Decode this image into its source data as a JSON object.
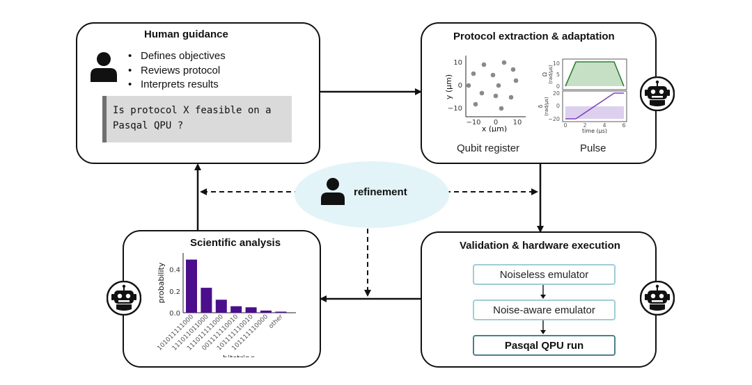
{
  "human_guidance": {
    "title": "Human guidance",
    "bullets": [
      "Defines objectives",
      "Reviews protocol",
      "Interprets results"
    ],
    "query_lines": [
      "Is protocol X feasible on a",
      "Pasqal QPU ?"
    ],
    "icon": "person-icon"
  },
  "protocol": {
    "title": "Protocol extraction & adaptation",
    "register_label": "Qubit register",
    "pulse_label": "Pulse",
    "icon": "robot-icon",
    "register_plot": {
      "xlabel": "x (µm)",
      "ylabel": "y (µm)",
      "xticks": [
        "−10",
        "0",
        "10"
      ],
      "yticks": [
        "10",
        "0",
        "−10"
      ]
    },
    "pulse_plot": {
      "omega_label": [
        "Ω",
        "(rad/µs)"
      ],
      "omega_ticks": [
        "10",
        "5",
        "0"
      ],
      "delta_label": [
        "δ",
        "(rad/µs)"
      ],
      "delta_ticks": [
        "20",
        "0",
        "−20"
      ],
      "time_ticks": [
        "0",
        "2",
        "4",
        "6"
      ],
      "xlabel": "time (µs)",
      "omega_color": "#2e7d32",
      "delta_color": "#7b3fbf"
    }
  },
  "refinement": {
    "label": "refinement",
    "icon": "person-icon"
  },
  "validation": {
    "title": "Validation & hardware execution",
    "stages": [
      "Noiseless emulator",
      "Noise-aware emulator",
      "Pasqal QPU run"
    ],
    "icon": "robot-icon"
  },
  "analysis": {
    "title": "Scientific analysis",
    "icon": "robot-icon",
    "chart_data": {
      "type": "bar",
      "categories": [
        "101011111000",
        "111011011000",
        "111011111000",
        "001111110010",
        "101111110010",
        "101111110000",
        "other"
      ],
      "values": [
        0.49,
        0.23,
        0.12,
        0.06,
        0.05,
        0.02,
        0.01
      ],
      "ylabel": "probability",
      "xlabel": "bitstring",
      "yticks": [
        "0.0",
        "0.2",
        "0.4"
      ],
      "ylim": [
        0,
        0.5
      ],
      "bar_color": "#4b0f8c"
    }
  }
}
